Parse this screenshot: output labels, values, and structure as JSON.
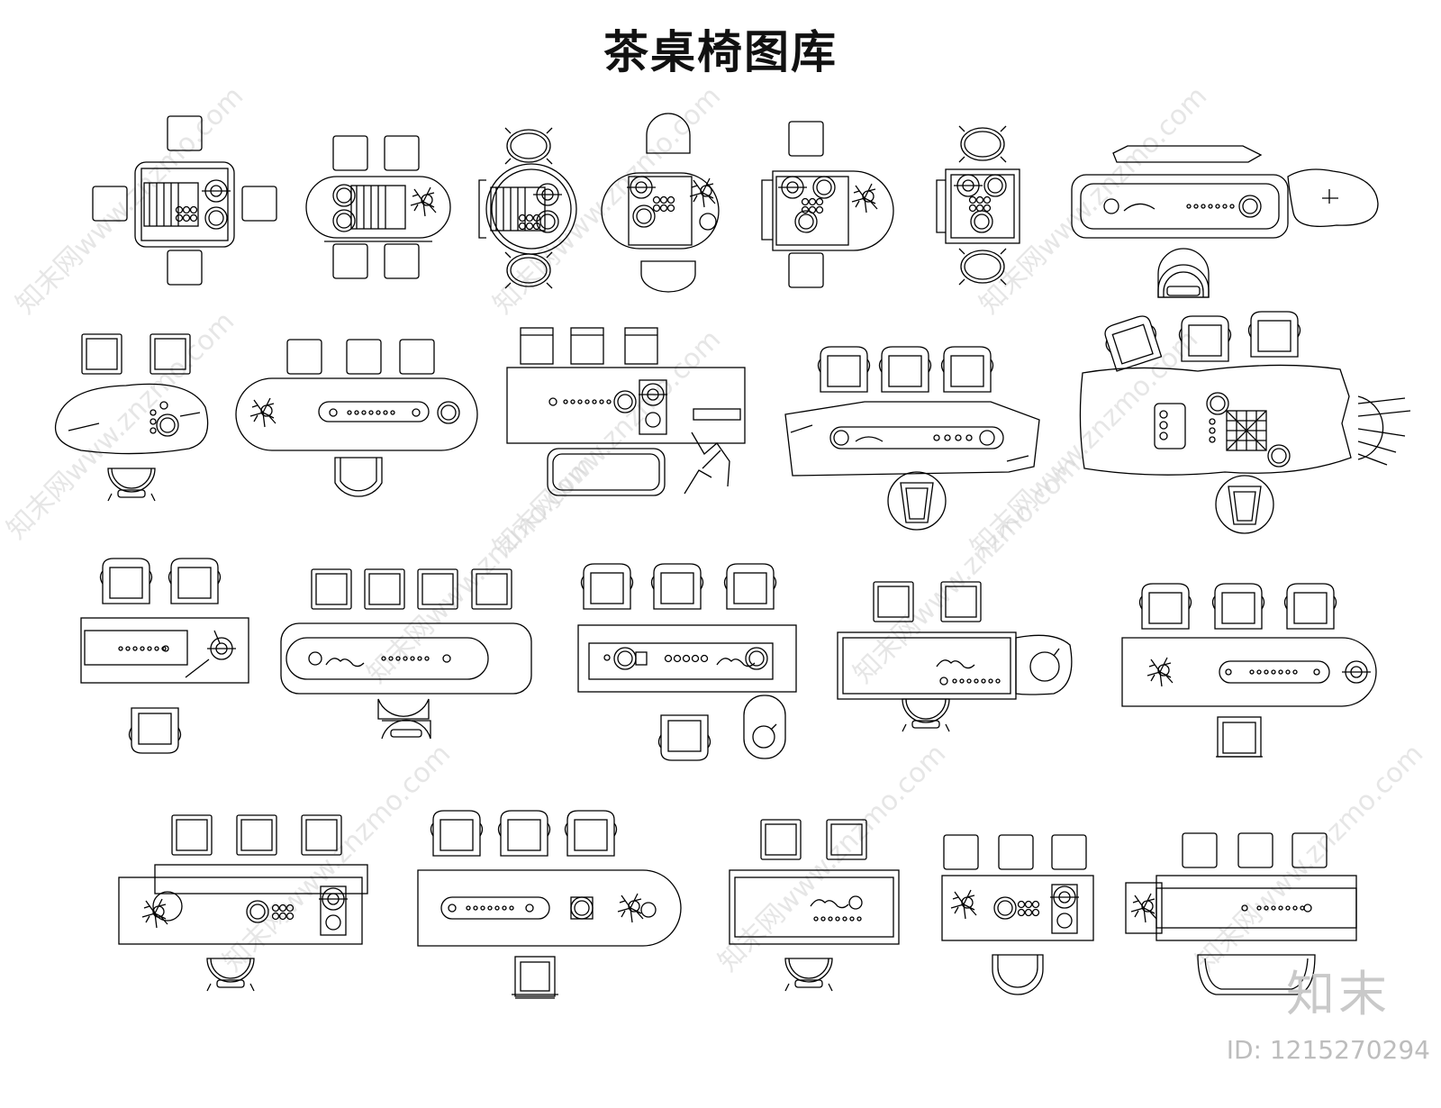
{
  "title": "茶桌椅图库",
  "watermark": {
    "text": "知末网www.znzmo.com"
  },
  "brand": {
    "logo": "知末",
    "id_label": "ID: 1215270294"
  },
  "colors": {
    "line": "#000000",
    "background": "#ffffff",
    "watermark": "#cfcfcf"
  },
  "library": {
    "row1": [
      "square-tea-table-4-seats",
      "oval-tea-table-4-seats",
      "round-tea-table-3-chairs",
      "capsule-tea-table-2-chairs",
      "d-end-tea-table",
      "square-tea-table-2-chairs",
      "stone-tea-table-long"
    ],
    "row2": [
      "natural-slab-2-seats",
      "capsule-table-3-seats",
      "rect-table-branch-stand",
      "live-edge-table-3-armchairs",
      "live-edge-table-with-go-board"
    ],
    "row3": [
      "rect-table-2-armchairs",
      "pill-table-4-stools",
      "rect-table-3-armchairs-side",
      "table-with-stone-end",
      "rounded-end-table-3-chairs"
    ],
    "row4": [
      "stepped-table-3-chairs",
      "d-end-long-table",
      "rect-table-2-seats",
      "compact-table-3-stools",
      "long-table-rounded-seat"
    ]
  }
}
